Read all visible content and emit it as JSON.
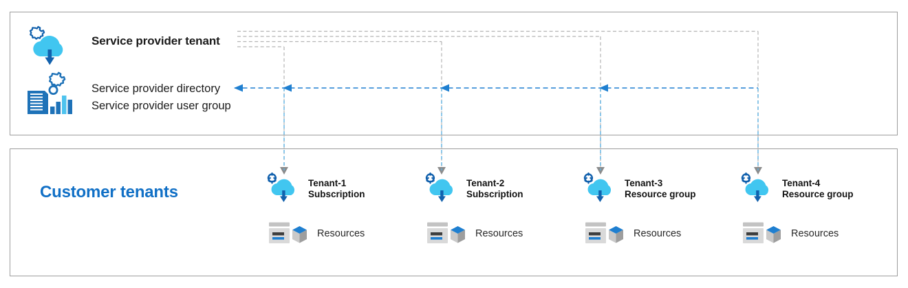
{
  "diagram": {
    "title_semantic": "azure-lighthouse-delegation-diagram",
    "colors": {
      "cloud_fill": "#41c6f0",
      "deep_blue": "#1261ad",
      "accent_blue": "#1170c6",
      "link_blue": "#1f7fd0",
      "gray_dash": "#b4b4b4",
      "gray_arrow": "#8c8c8c",
      "panel_border": "#9b9b9b",
      "doc_blue": "#1e72b8",
      "bar_light": "#4ec3ee",
      "res_gray": "#b7b7b7",
      "res_dark": "#5c5c5c"
    }
  },
  "provider_panel": {
    "name": "service-provider-tenant-panel",
    "title": "Service provider tenant",
    "directory_label": "Service provider directory",
    "user_group_label": "Service provider user group",
    "cloud_icon": "cloud-gear-download-icon",
    "directory_icon": "directory-gear-chart-icon"
  },
  "customer_panel": {
    "name": "customer-tenants-panel",
    "title": "Customer tenants",
    "tenants": [
      {
        "id": "tenant-1",
        "name": "Tenant-1",
        "scope": "Subscription",
        "resources_label": "Resources",
        "cloud_icon": "cloud-gear-download-icon",
        "resources_icon": "resource-server-cube-icon"
      },
      {
        "id": "tenant-2",
        "name": "Tenant-2",
        "scope": "Subscription",
        "resources_label": "Resources",
        "cloud_icon": "cloud-gear-download-icon",
        "resources_icon": "resource-server-cube-icon"
      },
      {
        "id": "tenant-3",
        "name": "Tenant-3",
        "scope": "Resource group",
        "resources_label": "Resources",
        "cloud_icon": "cloud-gear-download-icon",
        "resources_icon": "resource-server-cube-icon"
      },
      {
        "id": "tenant-4",
        "name": "Tenant-4",
        "scope": "Resource group",
        "resources_label": "Resources",
        "cloud_icon": "cloud-gear-download-icon",
        "resources_icon": "resource-server-cube-icon"
      }
    ]
  },
  "connectors": {
    "description": "Dashed delegation links from customer tenants back to the service provider directory",
    "blue_line_label": "delegation-link",
    "gray_line_label": "onboarding-link"
  }
}
